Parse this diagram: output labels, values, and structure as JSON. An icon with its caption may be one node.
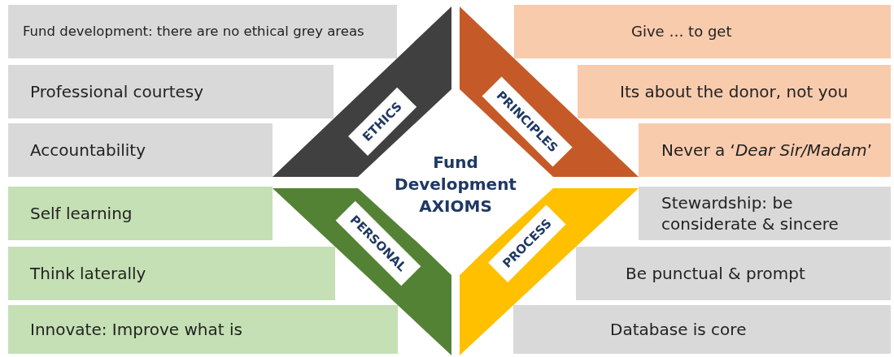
{
  "diagram": {
    "nodes": [
      {
        "text": [
          "Fund development: there are no ethical grey areas"
        ]
      },
      {
        "text": [
          "Professional courtesy"
        ]
      },
      {
        "text": [
          "Accountability"
        ]
      },
      {
        "text": [
          "ETHICS"
        ]
      },
      {
        "text": [
          "PRINCIPLES"
        ]
      },
      {
        "text": [
          "Give … to get"
        ]
      },
      {
        "text": [
          "Its about the donor, not you"
        ]
      },
      {
        "text": [
          "Never a ‘*Dear Sir/Madam*’"
        ]
      },
      {
        "text": [
          "Fund Development AXIOMS"
        ]
      },
      {
        "text": [
          "Self learning"
        ]
      },
      {
        "text": [
          "Think laterally"
        ]
      },
      {
        "text": [
          "Innovate: Improve what is"
        ]
      },
      {
        "text": [
          "PERSONAL"
        ]
      },
      {
        "text": [
          "PROCESS"
        ]
      },
      {
        "text": [
          "Stewardship: be considerate & sincere"
        ]
      },
      {
        "text": [
          "Be punctual & prompt"
        ]
      },
      {
        "text": [
          "Database is core"
        ]
      }
    ],
    "edges": []
  }
}
